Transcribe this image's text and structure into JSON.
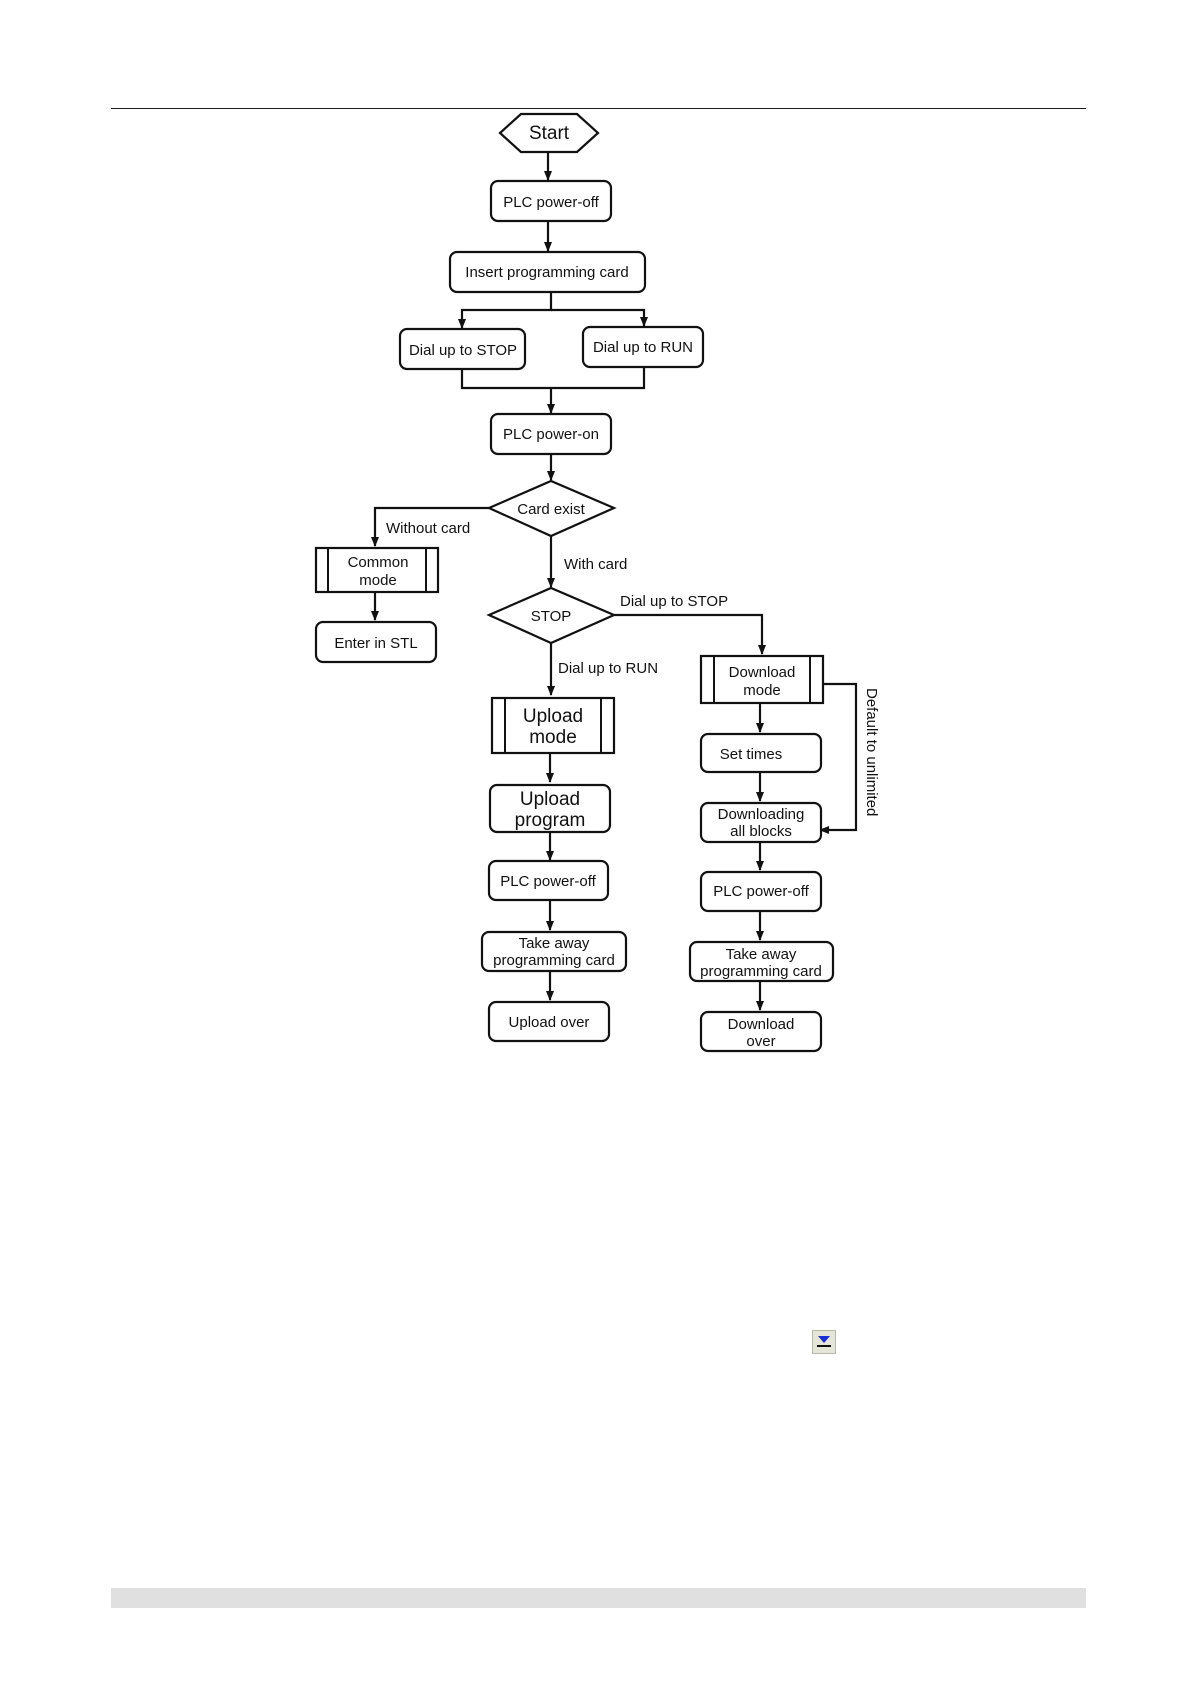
{
  "flowchart": {
    "start": "Start",
    "plc_power_off": "PLC power-off",
    "insert_card": "Insert programming card",
    "dial_stop": "Dial up to STOP",
    "dial_run": "Dial up to RUN",
    "plc_power_on": "PLC power-on",
    "card_exist": "Card exist",
    "without_card": "Without card",
    "with_card": "With card",
    "common_mode": [
      "Common",
      "mode"
    ],
    "enter_stl": "Enter in STL",
    "stop": "STOP",
    "edge_dial_stop": "Dial up to STOP",
    "edge_dial_run": "Dial up to RUN",
    "upload_mode": [
      "Upload",
      "mode"
    ],
    "upload_program": [
      "Upload",
      "program"
    ],
    "upload_power_off": "PLC power-off",
    "upload_take_away": [
      "Take away",
      "programming card"
    ],
    "upload_over": "Upload over",
    "download_mode": [
      "Download",
      "mode"
    ],
    "set_times": "Set times",
    "downloading_blocks": [
      "Downloading",
      "all blocks"
    ],
    "download_power_off": "PLC power-off",
    "download_take_away": [
      "Take away",
      "programming card"
    ],
    "download_over": [
      "Download",
      "over"
    ],
    "default_unlimited": "Default to unlimited"
  },
  "toolbar_icon": "download-arrow-icon"
}
